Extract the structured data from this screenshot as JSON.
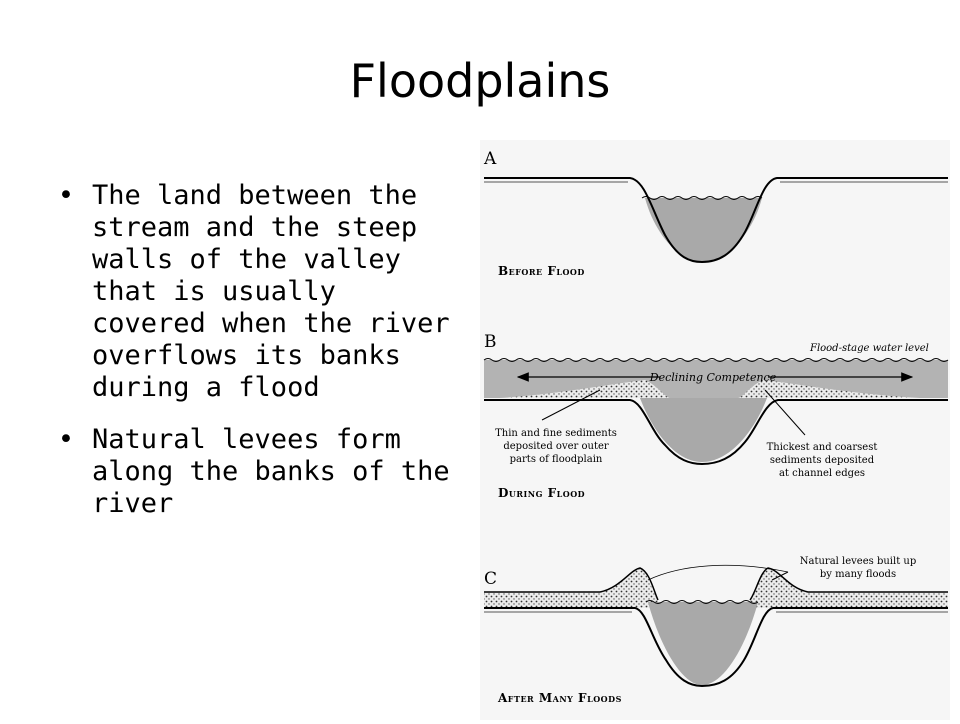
{
  "slide": {
    "title": "Floodplains"
  },
  "bullets": [
    {
      "text": "The land between the stream and the steep walls of the valley that is usually covered when the river overflows its banks during a flood"
    },
    {
      "text": "Natural levees form along the banks of the river"
    }
  ],
  "figure": {
    "panel_a": {
      "letter": "A",
      "caption": "Before Flood"
    },
    "panel_b": {
      "letter": "B",
      "caption": "During Flood",
      "water_label": "Flood-stage water level",
      "arrow_label": "Declining Competence",
      "left_note": [
        "Thin and fine sediments",
        "deposited over outer",
        "parts of floodplain"
      ],
      "right_note": [
        "Thickest and coarsest",
        "sediments deposited",
        "at channel edges"
      ]
    },
    "panel_c": {
      "letter": "C",
      "caption": "After Many Floods",
      "levee_note": [
        "Natural levees built up",
        "by many floods"
      ]
    }
  }
}
